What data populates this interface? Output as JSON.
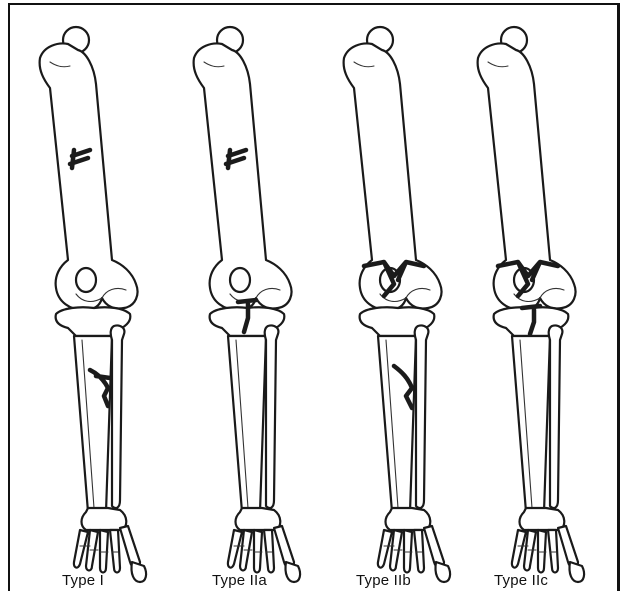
{
  "figure": {
    "labels": [
      "Type I",
      "Type IIa",
      "Type IIb",
      "Type IIc"
    ]
  }
}
